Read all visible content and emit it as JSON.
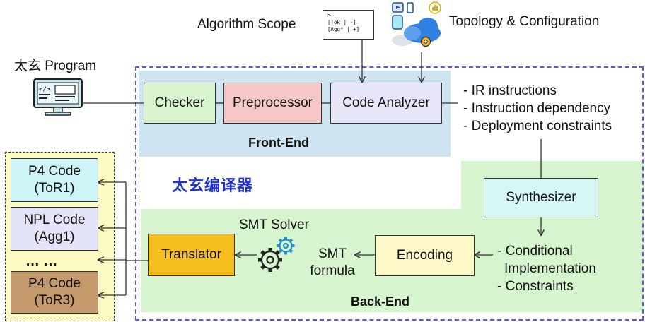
{
  "labels": {
    "algorithm_scope": "Algorithm Scope",
    "topology_config": "Topology & Configuration",
    "program": "太玄 Program",
    "compiler_name": "太玄编译器",
    "front_end": "Front-End",
    "back_end": "Back-End",
    "smt_solver": "SMT Solver",
    "smt_formula_line1": "SMT",
    "smt_formula_line2": "formula"
  },
  "snippet": {
    "line1": ">_",
    "line2": "[ToR | -]",
    "line3": "[Agg* | +]"
  },
  "front_end_modules": {
    "checker": "Checker",
    "preprocessor": "Preprocessor",
    "code_analyzer": "Code Analyzer"
  },
  "back_end_modules": {
    "synthesizer": "Synthesizer",
    "encoding": "Encoding",
    "translator": "Translator"
  },
  "analyzer_outputs": [
    "- IR instructions",
    "- Instruction dependency",
    "- Deployment constraints"
  ],
  "synth_outputs": [
    "- Conditional",
    "Implementation",
    "- Constraints"
  ],
  "generated_code": [
    {
      "line1": "P4 Code",
      "line2": "(ToR1)"
    },
    {
      "line1": "NPL Code",
      "line2": "(Agg1)"
    },
    {
      "line1": "P4 Code",
      "line2": "(ToR3)"
    }
  ],
  "ellipsis": "… …",
  "colors": {
    "front_end_bg": "#cfe4f1",
    "back_end_bg": "#d6f5cf",
    "checker": "#d8f4cf",
    "preprocessor": "#f6c7c7",
    "code_analyzer": "#e6e6f8",
    "synthesizer": "#d7f6f6",
    "encoding": "#fdf8c8",
    "translator": "#f5be1e",
    "code_panel": "#fafac2",
    "code_p4": "#cdf4f6",
    "code_npl": "#e4e4f8",
    "code_p4_tor3": "#c49a6c",
    "dashed_border": "#5a5bd0",
    "compiler_name": "#2233cc"
  }
}
